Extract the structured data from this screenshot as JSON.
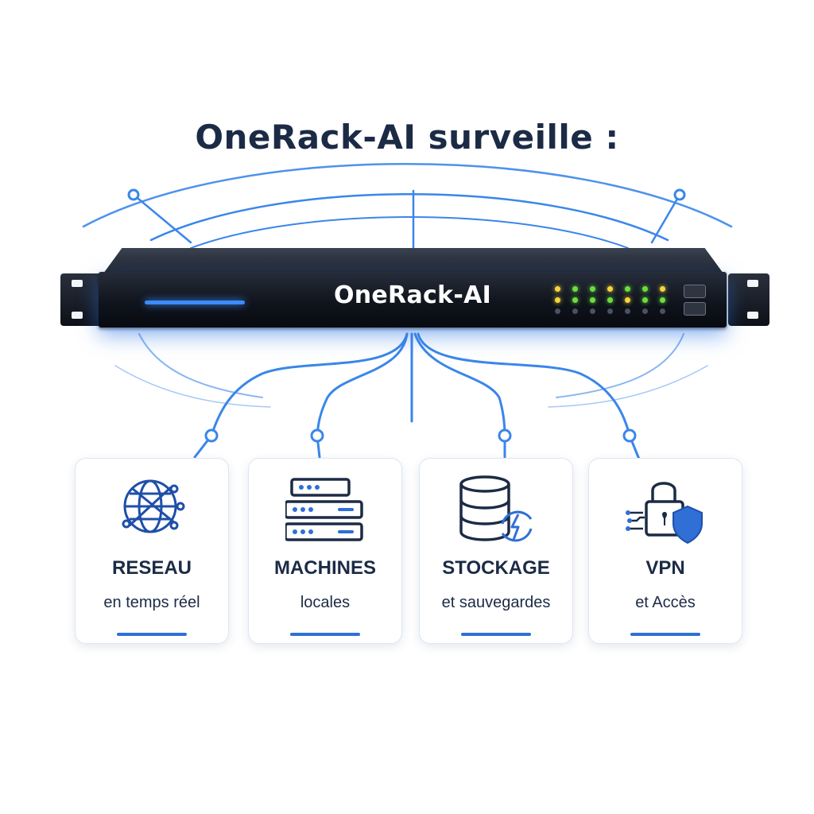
{
  "title": "OneRack-AI surveille :",
  "device": {
    "label": "OneRack-AI"
  },
  "colors": {
    "accent": "#2f6fd6",
    "line": "#3a86ea",
    "text": "#1c2b45",
    "led_green": "#6bde3e",
    "led_yellow": "#f5d53c"
  },
  "cards": [
    {
      "icon": "globe-network-icon",
      "label": "RESEAU",
      "sub": "en temps réel"
    },
    {
      "icon": "server-stack-icon",
      "label": "MACHINES",
      "sub": "locales"
    },
    {
      "icon": "database-sync-icon",
      "label": "STOCKAGE",
      "sub": "et sauvegardes"
    },
    {
      "icon": "lock-shield-icon",
      "label": "VPN",
      "sub": "et Accès"
    }
  ]
}
